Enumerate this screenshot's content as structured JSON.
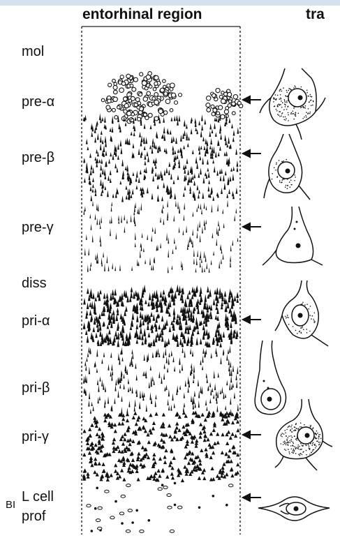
{
  "header": {
    "title": "entorhinal region",
    "right_fragment": "tra"
  },
  "layers": [
    {
      "label": "mol"
    },
    {
      "label": "pre-α"
    },
    {
      "label": "pre-β"
    },
    {
      "label": "pre-γ"
    },
    {
      "label": "diss"
    },
    {
      "label": "pri-α"
    },
    {
      "label": "pri-β"
    },
    {
      "label": "pri-γ"
    },
    {
      "label": "L cell"
    },
    {
      "label": "prof"
    }
  ],
  "edge_fragment": "BI",
  "colors": {
    "ink": "#111111",
    "top_band": "#c8d6e8",
    "background": "#ffffff"
  }
}
